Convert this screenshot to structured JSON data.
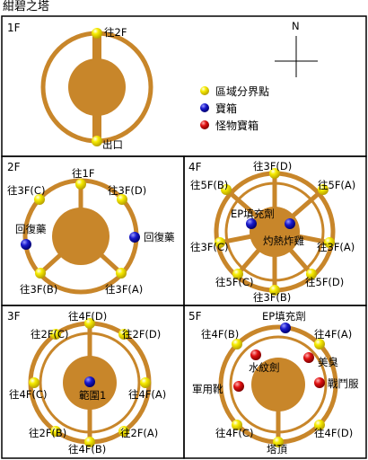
{
  "title": "紺碧之塔",
  "colors": {
    "tower": "#c8862a",
    "boundary": "#f2e000",
    "chest": "#1a1acc",
    "monster_chest": "#e01010",
    "panel_border": "#000000"
  },
  "compass": {
    "north": "N"
  },
  "legend": [
    {
      "name": "boundary",
      "label": "區域分界點"
    },
    {
      "name": "chest",
      "label": "寶箱"
    },
    {
      "name": "monster-chest",
      "label": "怪物寶箱"
    }
  ],
  "floors": {
    "f1": {
      "label": "1F",
      "labels": {
        "top": "往2F",
        "bottom": "出口"
      }
    },
    "f2": {
      "label": "2F",
      "labels": {
        "top": "往1F",
        "ul": "往3F(C)",
        "ur": "往3F(D)",
        "chest_left": "回復藥",
        "chest_right": "回復藥",
        "bl": "往3F(B)",
        "br": "往3F(A)"
      }
    },
    "f4": {
      "label": "4F",
      "labels": {
        "top": "往3F(D)",
        "ul": "往5F(B)",
        "ur": "往5F(A)",
        "ep": "EP填充劑",
        "fire": "灼熱炸雞",
        "ml": "往3F(C)",
        "mr": "往3F(A)",
        "bl": "往5F(C)",
        "br": "往5F(D)",
        "bottom": "往3F(B)"
      }
    },
    "f3": {
      "label": "3F",
      "labels": {
        "top": "往4F(D)",
        "ul": "往2F(C)",
        "ur": "往2F(D)",
        "ml": "往4F(C)",
        "mr": "往4F(A)",
        "center": "範圍1",
        "bl": "往2F(B)",
        "br": "往2F(A)",
        "bottom": "往4F(B)"
      }
    },
    "f5": {
      "label": "5F",
      "labels": {
        "ep": "EP填充劑",
        "ul": "往4F(B)",
        "ur": "往4F(A)",
        "sword": "水紋劍",
        "hat": "美臭",
        "boots": "軍用靴",
        "suit": "戰鬥服",
        "bl": "往4F(C)",
        "br": "往4F(D)",
        "bottom": "塔頂"
      }
    }
  }
}
